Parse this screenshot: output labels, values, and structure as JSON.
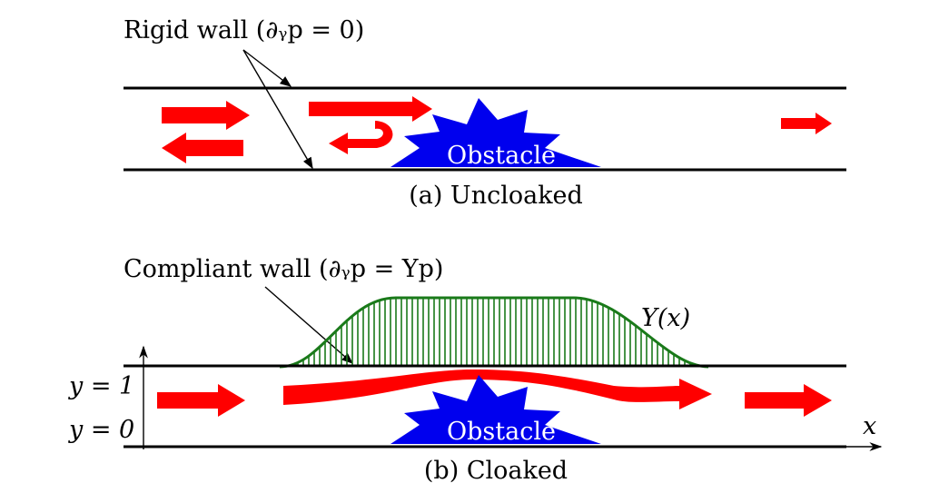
{
  "panel_a": {
    "wall_label": "Rigid wall (∂ᵧp = 0)",
    "obstacle_label": "Obstacle",
    "caption": "(a) Uncloaked"
  },
  "panel_b": {
    "wall_label": "Compliant wall (∂ᵧp = Yp)",
    "profile_label": "Y(x)",
    "obstacle_label": "Obstacle",
    "caption": "(b) Cloaked",
    "y_top_label": "y = 1",
    "y_bottom_label": "y = 0",
    "x_axis_label": "x"
  },
  "colors": {
    "wall": "#000000",
    "arrow": "#ff0000",
    "obstacle": "#0000ee",
    "compliant_wall": "#1a7a1a"
  }
}
